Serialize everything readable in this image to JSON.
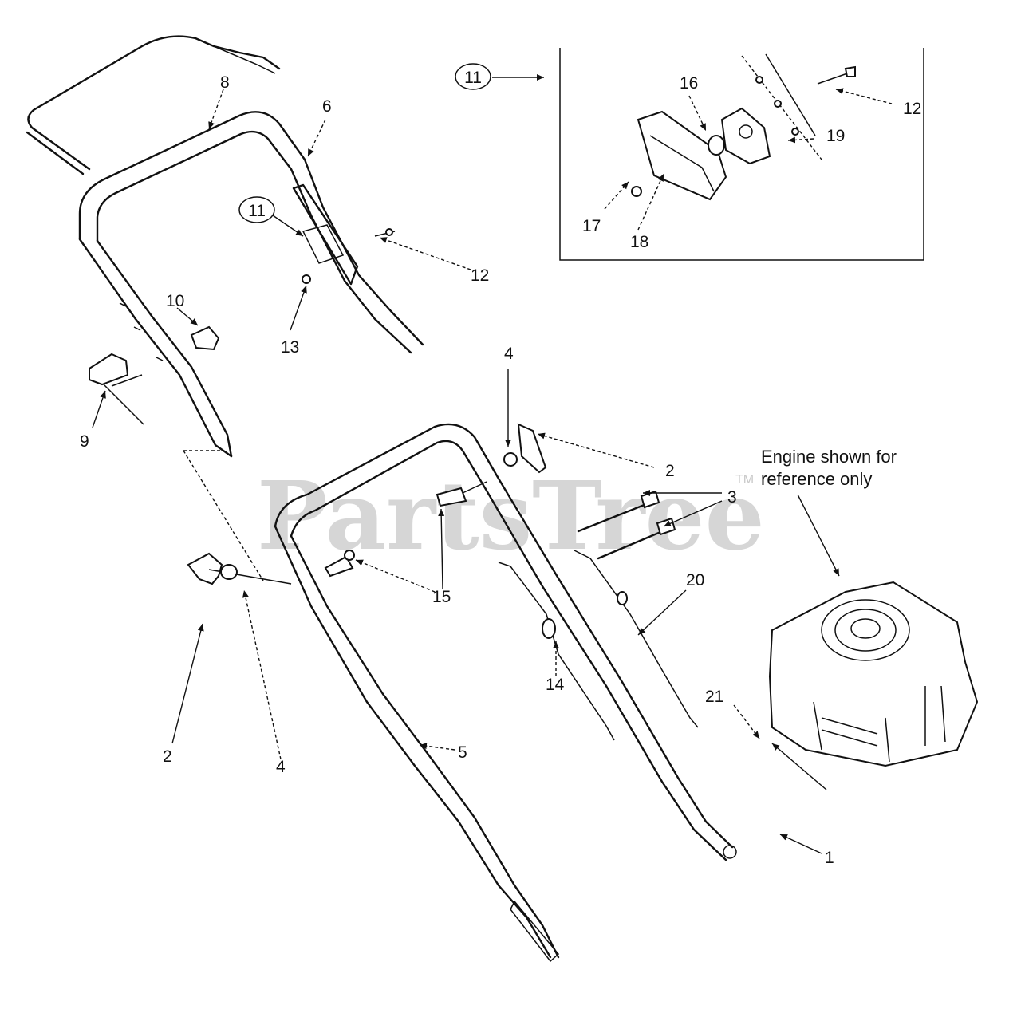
{
  "watermark": {
    "text": "PartsTree",
    "trademark": "TM"
  },
  "engine_note": {
    "line1": "Engine shown for",
    "line2": "reference only"
  },
  "callouts": {
    "c1": "1",
    "c2a": "2",
    "c2b": "2",
    "c3": "3",
    "c4a": "4",
    "c4b": "4",
    "c5": "5",
    "c6": "6",
    "c8": "8",
    "c9": "9",
    "c10": "10",
    "c11a": "11",
    "c11b": "11",
    "c12a": "12",
    "c12b": "12",
    "c13": "13",
    "c14": "14",
    "c15": "15",
    "c16": "16",
    "c17": "17",
    "c18": "18",
    "c19": "19",
    "c20": "20",
    "c21": "21"
  }
}
